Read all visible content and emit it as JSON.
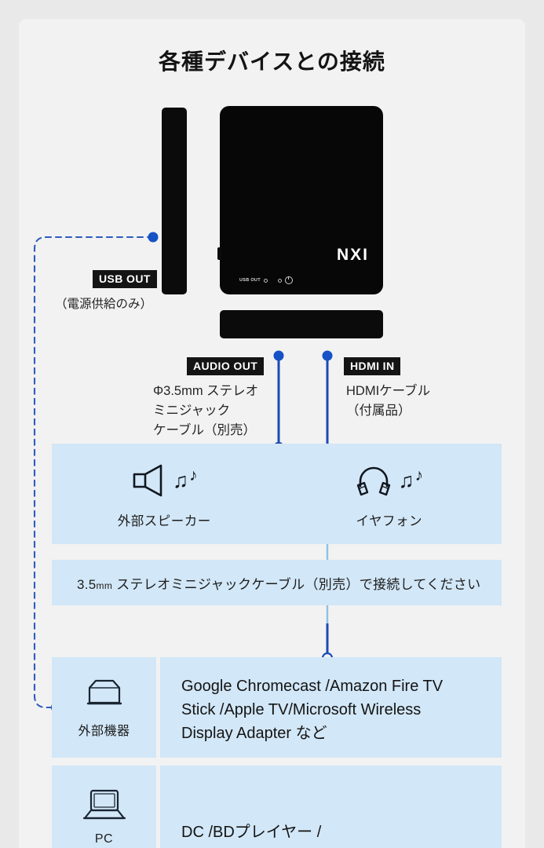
{
  "page": {
    "title": "各種デバイスとの接続"
  },
  "device": {
    "brand_logo": "NXI",
    "port_label": "USB OUT",
    "power_icon": "power-icon"
  },
  "ports": [
    {
      "id": "usb-out",
      "tag": "USB OUT",
      "caption": "（電源供給のみ）"
    },
    {
      "id": "audio-out",
      "tag": "AUDIO OUT",
      "caption": "Φ3.5mm ステレオ\nミニジャック\nケーブル（別売）"
    },
    {
      "id": "hdmi-in",
      "tag": "HDMI IN",
      "caption": "HDMIケーブル\n（付属品）"
    }
  ],
  "audio_panel": {
    "items": [
      {
        "icon": "speaker-icon",
        "label": "外部スピーカー"
      },
      {
        "icon": "headphones-icon",
        "label": "イヤフォン"
      }
    ],
    "note_prefix": "3.5",
    "note_unit": "mm",
    "note_suffix": " ステレオミニジャックケーブル（別売）で接続してください"
  },
  "hdmi_rows": [
    {
      "icon": "external-device-icon",
      "icon_label": "外部機器",
      "text": "Google Chromecast /Amazon Fire TV\nStick /Apple TV/Microsoft Wireless\nDisplay Adapter など"
    },
    {
      "icon": "laptop-icon",
      "icon_label": "PC",
      "text": "DC /BDプレイヤー /"
    }
  ],
  "colors": {
    "accent_blue": "#1552c6",
    "panel_blue": "#d2e7f7",
    "page_bg": "#f2f2f2",
    "device_black": "#070707",
    "tag_black": "#141414"
  }
}
